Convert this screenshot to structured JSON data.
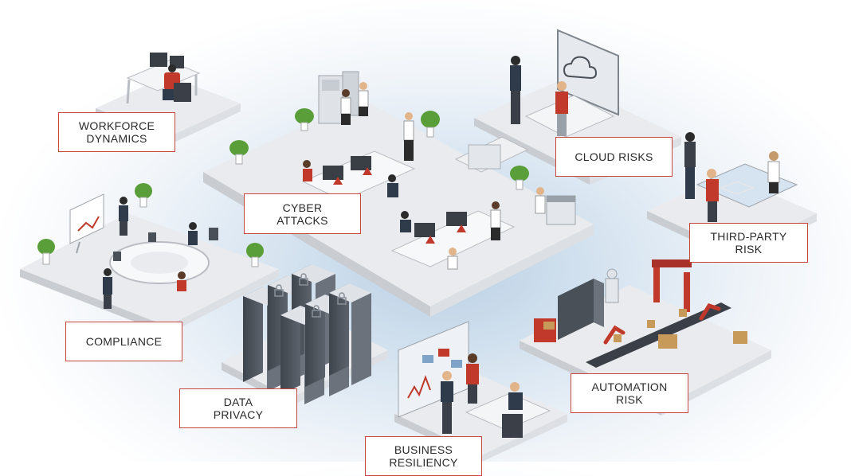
{
  "colors": {
    "label_border": "#c8463d",
    "floor_top": "#e9ebee",
    "floor_left": "#c9ccd1",
    "floor_right": "#dcdfe3",
    "accent_red": "#c0392b",
    "server_dark": "#4a5058",
    "plant_green": "#5a9e3a"
  },
  "areas": [
    {
      "id": "workforce",
      "label": "WORKFORCE\nDYNAMICS"
    },
    {
      "id": "cyber",
      "label": "CYBER\nATTACKS"
    },
    {
      "id": "cloud",
      "label": "CLOUD RISKS",
      "screen_icon": "cloud-icon"
    },
    {
      "id": "third_party",
      "label": "THIRD-PARTY\nRISK"
    },
    {
      "id": "compliance",
      "label": "COMPLIANCE"
    },
    {
      "id": "data_privacy",
      "label": "DATA\nPRIVACY",
      "rack_icon": "lock-icon"
    },
    {
      "id": "automation",
      "label": "AUTOMATION\nRISK"
    },
    {
      "id": "business",
      "label": "BUSINESS\nRESILIENCY"
    }
  ]
}
